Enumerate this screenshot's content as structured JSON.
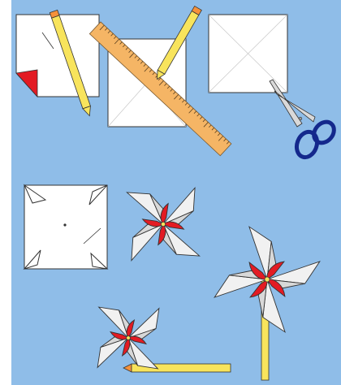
{
  "diagram": {
    "steps": [
      {
        "name": "paper-and-pencil"
      },
      {
        "name": "draw-diagonals-with-ruler"
      },
      {
        "name": "cut-diagonals-with-scissors"
      },
      {
        "name": "fold-corners-to-center"
      },
      {
        "name": "finished-pinwheel"
      },
      {
        "name": "pinwheel-on-stick"
      },
      {
        "name": "pinwheel-on-pencil"
      }
    ]
  },
  "colors": {
    "background": "#8fbde8",
    "paper": "#ffffff",
    "outline": "#333333",
    "red": "#e31b23",
    "blade_white": "#f1f1f1",
    "blade_grey": "#d8d8d8",
    "pencil_yellow": "#f8e45c",
    "pencil_eraser": "#f6913a",
    "ruler": "#f5b565",
    "scissor_handle": "#14288c"
  }
}
